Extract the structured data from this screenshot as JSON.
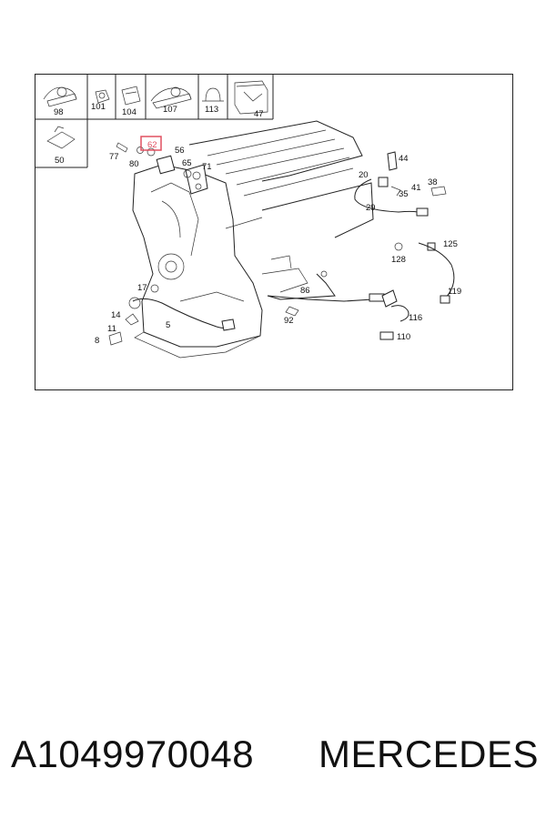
{
  "footer": {
    "part_number": "A1049970048",
    "brand": "MERCEDES"
  },
  "highlight": {
    "label": "62",
    "color": "#e05060"
  },
  "callouts": {
    "c98": "98",
    "c101": "101",
    "c104": "104",
    "c107": "107",
    "c113": "113",
    "c47": "47",
    "c50": "50",
    "c77": "77",
    "c80": "80",
    "c62": "62",
    "c56": "56",
    "c65": "65",
    "c71": "71",
    "c44": "44",
    "c20": "20",
    "c35": "35",
    "c41": "41",
    "c38": "38",
    "c29": "29",
    "c125": "125",
    "c128": "128",
    "c119": "119",
    "c17": "17",
    "c86": "86",
    "c92": "92",
    "c116": "116",
    "c14": "14",
    "c11": "11",
    "c8": "8",
    "c5": "5",
    "c110": "110"
  }
}
